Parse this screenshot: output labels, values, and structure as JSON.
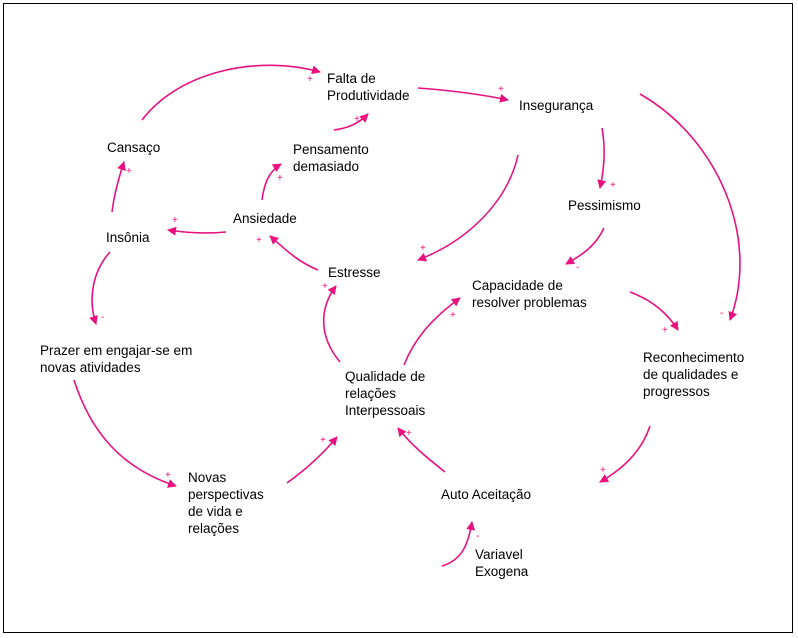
{
  "colors": {
    "link": "#e8117f",
    "text": "#000000",
    "border": "#000000"
  },
  "nodes": {
    "falta": "Falta de\nProdutividade",
    "inseguranca": "Insegurança",
    "cansaco": "Cansaço",
    "pensamento": "Pensamento\ndemasiado",
    "ansiedade": "Ansiedade",
    "insonia": "Insônia",
    "pessimismo": "Pessimismo",
    "estresse": "Estresse",
    "capacidade": "Capacidade de\nresolver problemas",
    "prazer": "Prazer em engajar-se em\nnovas atividades",
    "reconhecimento": "Reconhecimento\nde qualidades e\nprogressos",
    "qualidade": "Qualidade de\nrelações\nInterpessoais",
    "novas": "Novas\nperspectivas\nde vida e\nrelações",
    "auto": "Auto Aceitação",
    "variavel": "Variavel\nExogena"
  },
  "links": [
    {
      "from": "Cansaço",
      "to": "Falta de Produtividade",
      "polarity": "+"
    },
    {
      "from": "Falta de Produtividade",
      "to": "Insegurança",
      "polarity": "+"
    },
    {
      "from": "Pensamento demasiado",
      "to": "Falta de Produtividade",
      "polarity": "+"
    },
    {
      "from": "Ansiedade",
      "to": "Pensamento demasiado",
      "polarity": "+"
    },
    {
      "from": "Ansiedade",
      "to": "Insônia",
      "polarity": "+"
    },
    {
      "from": "Insônia",
      "to": "Cansaço",
      "polarity": "+"
    },
    {
      "from": "Estresse",
      "to": "Ansiedade",
      "polarity": "+"
    },
    {
      "from": "Insegurança",
      "to": "Estresse",
      "polarity": "+"
    },
    {
      "from": "Insegurança",
      "to": "Pessimismo",
      "polarity": "+"
    },
    {
      "from": "Insegurança",
      "to": "Reconhecimento de qualidades e progressos",
      "polarity": "-"
    },
    {
      "from": "Pessimismo",
      "to": "Capacidade de resolver problemas",
      "polarity": "-"
    },
    {
      "from": "Capacidade de resolver problemas",
      "to": "Reconhecimento de qualidades e progressos",
      "polarity": "+"
    },
    {
      "from": "Reconhecimento de qualidades e progressos",
      "to": "Auto Aceitação",
      "polarity": "+"
    },
    {
      "from": "Auto Aceitação",
      "to": "Qualidade de relações Interpessoais",
      "polarity": "+"
    },
    {
      "from": "Variavel Exogena",
      "to": "Auto Aceitação",
      "polarity": "-"
    },
    {
      "from": "Qualidade de relações Interpessoais",
      "to": "Estresse",
      "polarity": "+"
    },
    {
      "from": "Qualidade de relações Interpessoais",
      "to": "Capacidade de resolver problemas",
      "polarity": "+"
    },
    {
      "from": "Insônia",
      "to": "Prazer em engajar-se em novas atividades",
      "polarity": "-"
    },
    {
      "from": "Prazer em engajar-se em novas atividades",
      "to": "Novas perspectivas de vida e relações",
      "polarity": "+"
    },
    {
      "from": "Novas perspectivas de vida e relações",
      "to": "Qualidade de relações Interpessoais",
      "polarity": "+"
    }
  ]
}
